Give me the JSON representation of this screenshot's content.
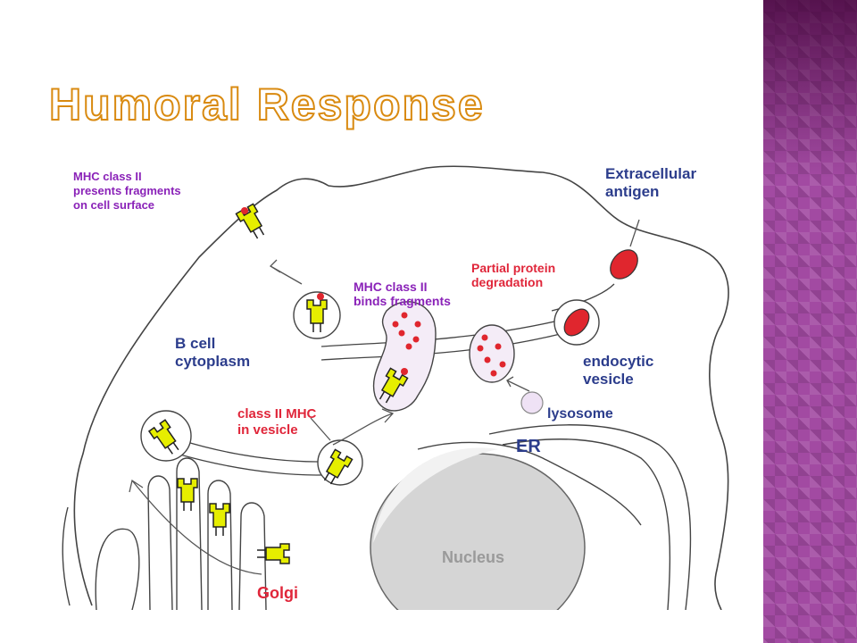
{
  "slide": {
    "title": "Humoral Response"
  },
  "colors": {
    "accent_strip": "#a24aa2",
    "title_outline": "#d98a10",
    "label_purple": "#8a22b8",
    "label_red": "#e0263a",
    "label_blue": "#2c3d8c",
    "mhc_yellow": "#e6ee00",
    "antigen_red": "#e0262e"
  },
  "diagram": {
    "labels": {
      "mhc_presents": [
        "MHC class II",
        "presents fragments",
        "on cell surface"
      ],
      "extracellular": [
        "Extracellular",
        "antigen"
      ],
      "partial": [
        "Partial protein",
        "degradation"
      ],
      "mhc_binds": [
        "MHC class II",
        "binds fragments"
      ],
      "b_cell": [
        "B cell",
        "cytoplasm"
      ],
      "endocytic": [
        "endocytic",
        "vesicle"
      ],
      "class2_vesicle": [
        "class II MHC",
        "in vesicle"
      ],
      "lysosome": "lysosome",
      "er": "ER",
      "nucleus": "Nucleus",
      "golgi": "Golgi"
    }
  }
}
